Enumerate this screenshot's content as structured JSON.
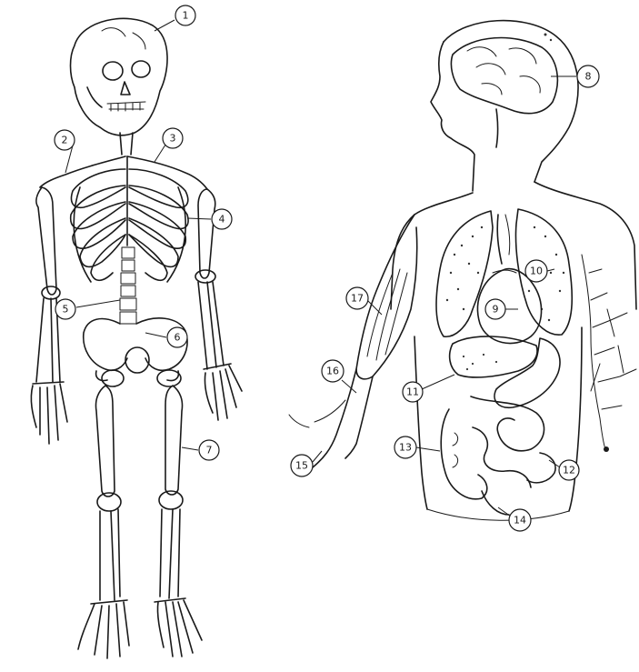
{
  "labels": {
    "l1": "1",
    "l2": "2",
    "l3": "3",
    "l4": "4",
    "l5": "5",
    "l6": "6",
    "l7": "7",
    "l8": "8",
    "l9": "9",
    "l10": "10",
    "l11": "11",
    "l12": "12",
    "l13": "13",
    "l14": "14",
    "l15": "15",
    "l16": "16",
    "l17": "17"
  },
  "colors": {
    "ink": "#1a1a1a",
    "paper": "#ffffff"
  }
}
